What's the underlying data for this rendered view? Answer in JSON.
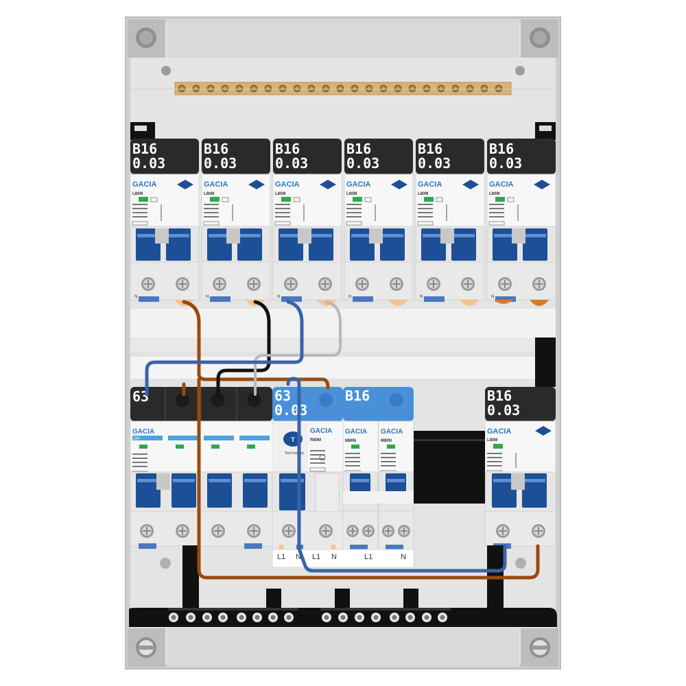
{
  "brand": "GACIA",
  "top_row": [
    {
      "rating": "B16",
      "sensitivity": "0.03",
      "model": "L80M"
    },
    {
      "rating": "B16",
      "sensitivity": "0.03",
      "model": "L80M"
    },
    {
      "rating": "B16",
      "sensitivity": "0.03",
      "model": "L80M"
    },
    {
      "rating": "B16",
      "sensitivity": "0.03",
      "model": "L80M"
    },
    {
      "rating": "B16",
      "sensitivity": "0.03",
      "model": "L80M"
    },
    {
      "rating": "B16",
      "sensitivity": "0.03",
      "model": "L80M"
    }
  ],
  "bottom_row": {
    "main_switch": {
      "rating": "63",
      "model": "DH"
    },
    "rcd": {
      "rating": "63",
      "sensitivity": "0.03",
      "model": "R80M",
      "test_label": "Test monthly"
    },
    "mcb_group": {
      "rating": "B16",
      "models": [
        "M80N",
        "M80N"
      ]
    },
    "rcbo": {
      "rating": "B16",
      "sensitivity": "0.03",
      "model": "L80M"
    }
  },
  "terminal_labels": {
    "n": "N",
    "l1": "L1"
  },
  "colors": {
    "brown": "#9a4a0c",
    "black": "#111111",
    "blue": "#3a63a8",
    "grey": "#b8b8b8",
    "label_dark": "#2a2a2a",
    "label_blue": "#4a90d9",
    "handle": "#1d4f96",
    "brass": "#d9b273"
  }
}
